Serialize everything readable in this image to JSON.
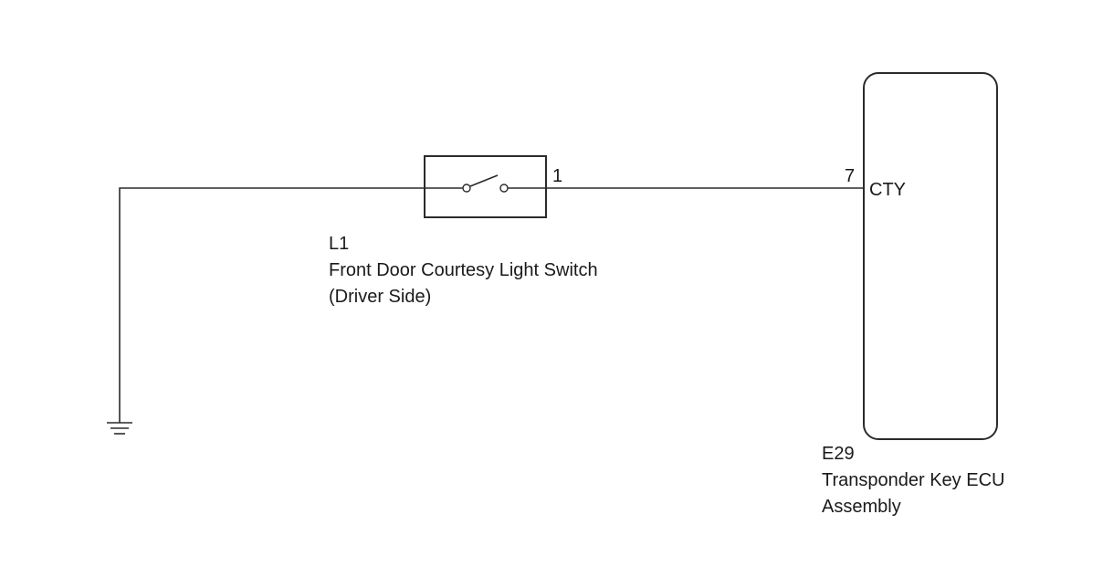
{
  "switch_component": {
    "code": "L1",
    "name_line1": "Front Door Courtesy Light Switch",
    "name_line2": "(Driver Side)",
    "pin": "1"
  },
  "ecu_component": {
    "code": "E29",
    "name_line1": "Transponder Key ECU",
    "name_line2": "Assembly",
    "pin": "7",
    "terminal": "CTY"
  },
  "icons": {
    "ground": "ground-symbol-icon",
    "switch": "switch-contact-icon"
  },
  "colors": {
    "line": "#2b2b2b",
    "text": "#1a1a1a",
    "background": "#ffffff"
  }
}
